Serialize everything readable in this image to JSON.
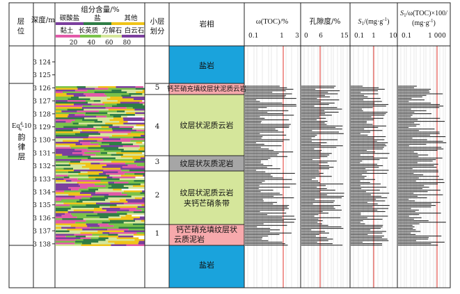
{
  "headers": {
    "layer": "层位",
    "depth": "深度/m",
    "composition": "组分含量/%",
    "sublayer": "小层划分",
    "lithofacies": "岩相",
    "toc": "ω(TOC)/%",
    "porosity": "孔隙度/%",
    "s1": "S1/(mg·g-1)",
    "s1toc": "S1/ω(TOC)×100/(mg·g-1)"
  },
  "composition_legend": {
    "row1": [
      "碳酸盐",
      "盐",
      "其他"
    ],
    "row2": [
      "黏土",
      "长英质",
      "方解石",
      "白云石"
    ],
    "ticks": [
      "20",
      "40",
      "60",
      "80"
    ]
  },
  "layer_label": "Eq4-10韵律层",
  "depth_ticks": [
    "3 124",
    "3 125",
    "3 126",
    "3 127",
    "3 128",
    "3 129",
    "3 130",
    "3 131",
    "3 132",
    "3 133",
    "3 134",
    "3 135",
    "3 136",
    "3 137",
    "3 138"
  ],
  "sublayers": [
    {
      "num": "5",
      "text": "钙芒硝充填纹层状泥质云岩"
    },
    {
      "num": "4",
      "text": "纹层状泥质云岩"
    },
    {
      "num": "3",
      "text": "纹层状灰质泥岩"
    },
    {
      "num": "2",
      "text": "纹层状泥质云岩夹钙芒硝条带"
    },
    {
      "num": "1",
      "text": "钙芒硝充填纹层状云质泥岩"
    }
  ],
  "salt_label": "盐岩",
  "log_ticks": {
    "toc": [
      "0.1",
      "1",
      "3"
    ],
    "porosity": [
      "0",
      "6",
      "15"
    ],
    "s1": [
      "0.1",
      "1",
      "10"
    ],
    "s1toc": [
      "0.1",
      "1 000"
    ]
  },
  "colors": {
    "salt": "#1aa3dc",
    "dolomite_rock": "#d5e69b",
    "anhydrite_rock": "#f7a9ac",
    "limestone": "#a6a6a6",
    "ref_line": "#e0302a",
    "comp_carbonate": "#7b3f9e",
    "comp_clay": "#e25aa8",
    "comp_felsic": "#7ac24a",
    "comp_salt": "#2f7d46",
    "comp_other": "#f0c419"
  }
}
